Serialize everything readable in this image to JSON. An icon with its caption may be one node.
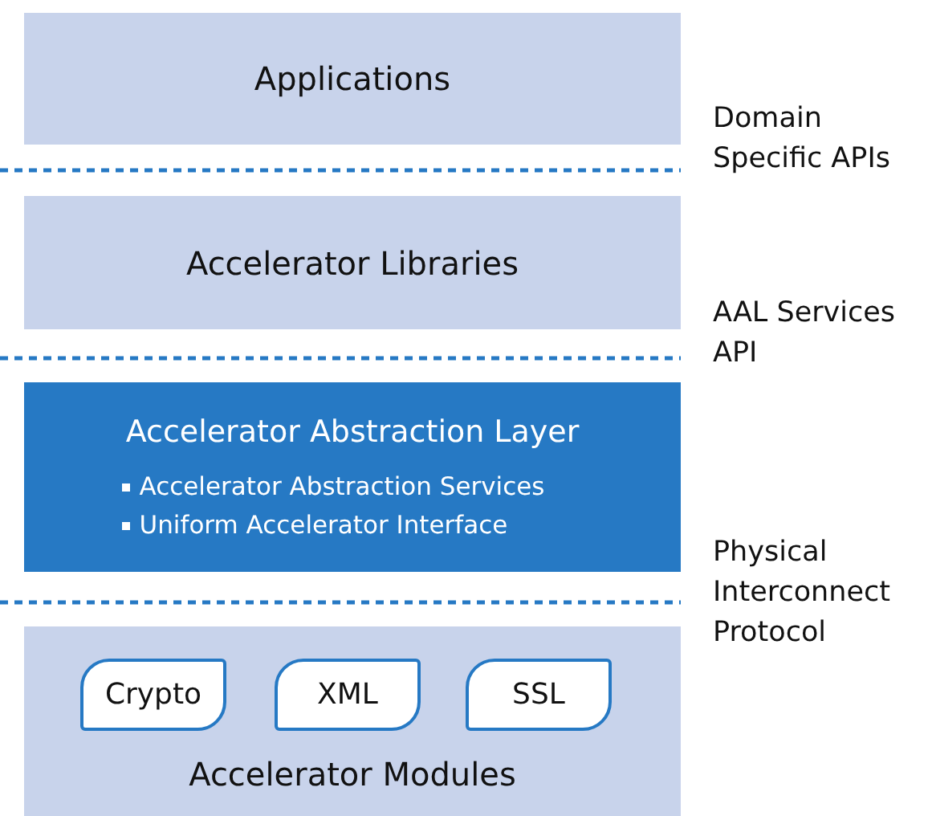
{
  "diagram": {
    "nodes": [
      {
        "text": [
          "Applications"
        ]
      },
      {
        "text": [
          "Accelerator Libraries"
        ]
      },
      {
        "text": [
          "Accelerator Abstraction Layer",
          "Accelerator Abstraction Services",
          "Uniform Accelerator Interface"
        ]
      },
      {
        "text": [
          "Accelerator Modules"
        ]
      },
      {
        "text": [
          "Crypto"
        ],
        "in": 3
      },
      {
        "text": [
          "XML"
        ],
        "in": 3
      },
      {
        "text": [
          "SSL"
        ],
        "in": 3
      }
    ],
    "labels": [
      "Domain Specific APIs",
      "AAL Services API",
      "Physical Interconnect Protocol"
    ]
  }
}
